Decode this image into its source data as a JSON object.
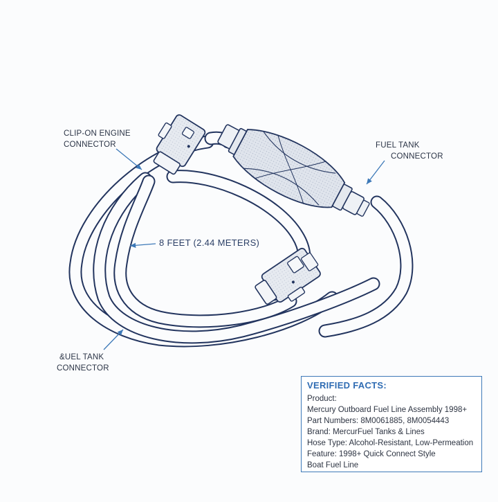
{
  "labels": {
    "clip_on_engine": [
      "CLIP-ON ENGINE",
      "CONNECTOR"
    ],
    "fuel_tank_top": [
      "FUEL TANK",
      "CONNECTOR"
    ],
    "length": "8 FEET (2.44 METERS)",
    "fuel_tank_bottom": [
      "&UEL TANK",
      "CONNECTOR"
    ]
  },
  "facts": {
    "title": "VERIFIED FACTS:",
    "lines": [
      "Product:",
      "Mercury Outboard Fuel Line Assembly 1998+",
      "Part Numbers: 8M0061885, 8M0054443",
      "Brand: MercurFuel Tanks & Lines",
      "Hose Type: Alcohol-Resistant, Low-Permeation",
      "Feature: 1998+ Quick Connect Style",
      "Boat Fuel Line"
    ]
  },
  "colors": {
    "line_art": "#22345e",
    "accent_blue": "#3d79b8",
    "bulb_shade": "#dfe4ec"
  }
}
